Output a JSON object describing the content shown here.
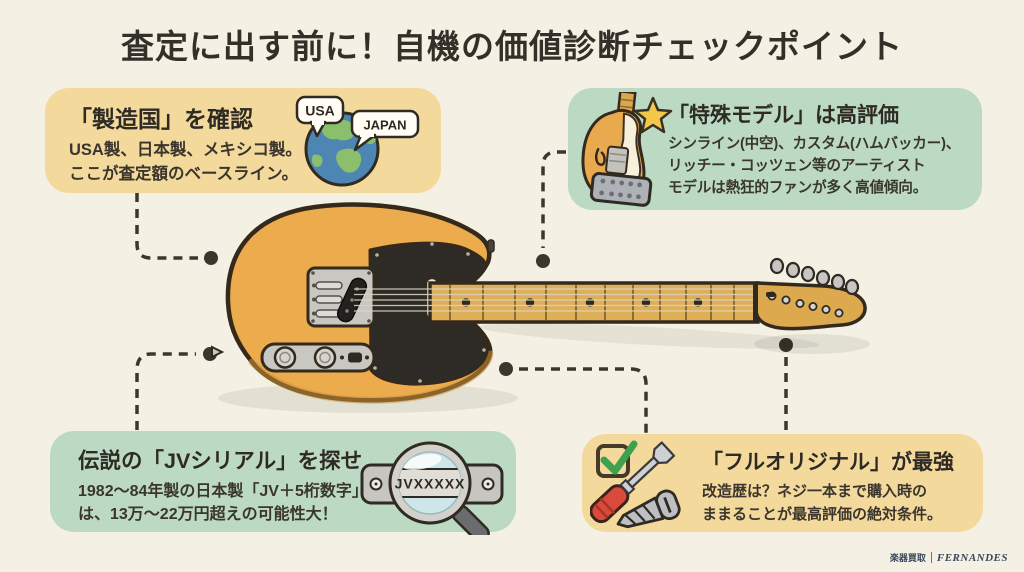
{
  "title": "査定に出す前に！自機の価値診断チェックポイント",
  "boxes": {
    "origin": {
      "heading": "「製造国」を確認",
      "body": "USA製、日本製、メキシコ製。\nここが査定額のベースライン。",
      "bubbles": {
        "usa": "USA",
        "japan": "JAPAN"
      }
    },
    "special": {
      "heading": "「特殊モデル」は高評価",
      "body": "シンライン(中空)、カスタム(ハムバッカー)、\nリッチー・コッツェン等のアーティスト\nモデルは熱狂的ファンが多く高値傾向。"
    },
    "jv": {
      "heading": "伝説の「JVシリアル」を探せ",
      "body": "1982〜84年製の日本製「JV＋5桁数字」\nは、13万〜22万円超えの可能性大！",
      "serial_label": "JVXXXXX"
    },
    "original": {
      "heading": "「フルオリジナル」が最強",
      "body": "改造歴は？ネジ一本まで購入時の\nままることが最高評価の絶対条件。"
    }
  },
  "footer": {
    "brand_jp": "楽器買取",
    "brand_en": "FERNANDES"
  },
  "icons": {
    "origin": [
      "globe-icon",
      "speech-bubble-usa",
      "speech-bubble-japan"
    ],
    "special": [
      "thinline-guitar-icon",
      "star-icon"
    ],
    "jv": [
      "magnifier-icon",
      "serial-plate-icon"
    ],
    "original": [
      "checkbox-icon",
      "check-mark-icon",
      "screwdriver-icon",
      "screw-icon"
    ]
  },
  "colors": {
    "background": "#F4F0E3",
    "panel_tan": "#F4D99C",
    "panel_green": "#BCDAC3",
    "ink": "#33302A",
    "connector": "#3B372E",
    "guitar_body": "#ECAB4C",
    "pickguard": "#2E2B26",
    "lens_blue": "#CDE6EA",
    "check_green": "#3FA14E",
    "handle_red": "#D94A3B",
    "star_gold": "#F2C84B"
  }
}
